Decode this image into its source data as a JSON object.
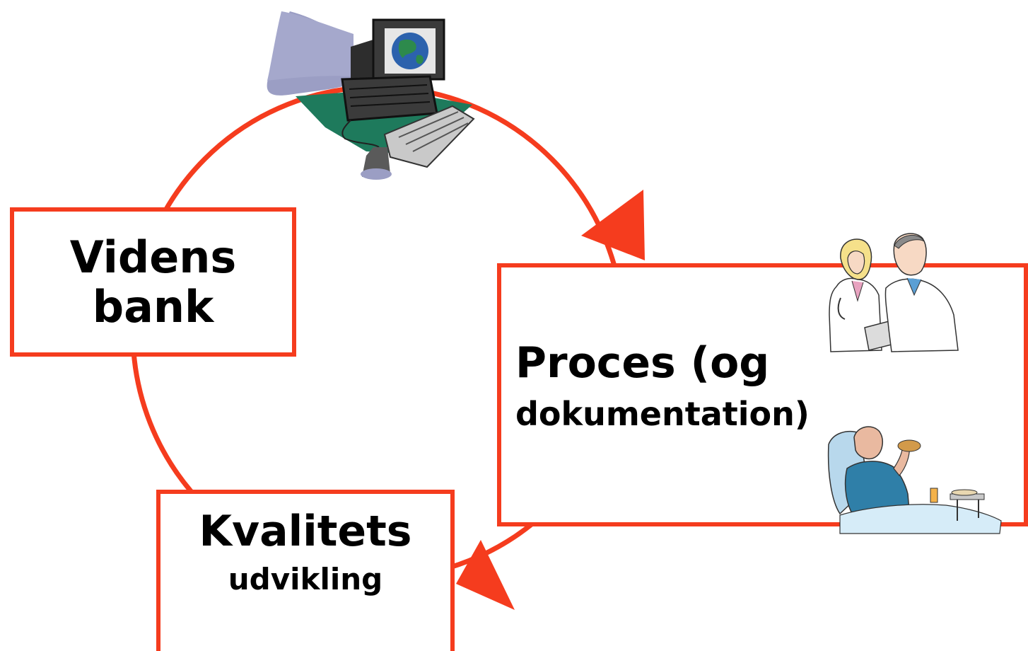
{
  "boxes": {
    "videns": {
      "line1": "Videns",
      "line2": "bank"
    },
    "proces": {
      "line1": "Proces (og",
      "line2": "dokumentation)"
    },
    "kvalitet": {
      "line1": "Kvalitets",
      "line2": "udvikling"
    }
  },
  "colors": {
    "accent": "#f53c1e",
    "text": "#000000",
    "background": "#ffffff"
  },
  "icons": [
    "computer-clipart-icon",
    "doctors-clipart-icon",
    "patient-in-bed-clipart-icon"
  ]
}
